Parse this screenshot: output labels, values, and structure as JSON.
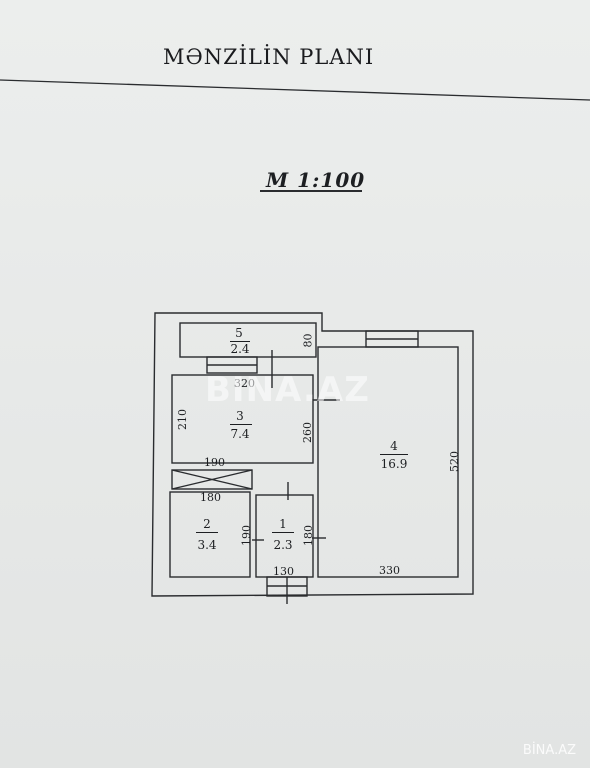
{
  "document": {
    "title": "MƏNZİLİN PLANI",
    "scale": "M 1:100"
  },
  "rooms": [
    {
      "number": "5",
      "area": "2.4"
    },
    {
      "number": "3",
      "area": "7.4"
    },
    {
      "number": "4",
      "area": "16.9"
    },
    {
      "number": "2",
      "area": "3.4"
    },
    {
      "number": "1",
      "area": "2.3"
    }
  ],
  "dimensions": {
    "d80": "80",
    "d320": "320",
    "d210": "210",
    "d260": "260",
    "d190a": "190",
    "d180a": "180",
    "d190b": "190",
    "d180b": "180",
    "d130": "130",
    "d330": "330",
    "d520": "520"
  },
  "watermark": {
    "center": "BINA.AZ",
    "corner": "BİNA.AZ"
  }
}
